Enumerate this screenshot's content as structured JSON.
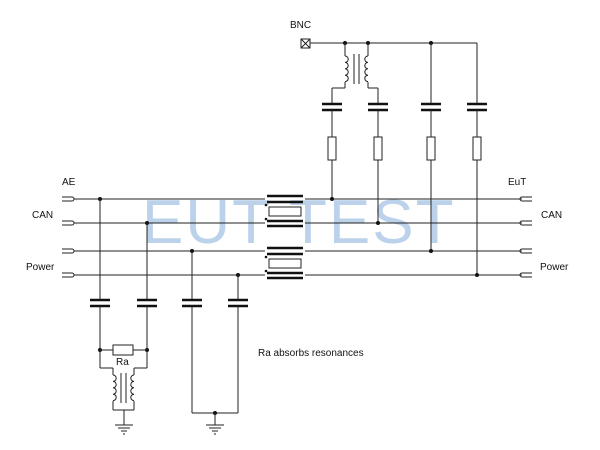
{
  "labels": {
    "bnc": "BNC",
    "ae": "AE",
    "eut": "EuT",
    "can_left": "CAN",
    "can_right": "CAN",
    "power_left": "Power",
    "power_right": "Power",
    "ra": "Ra",
    "note": "Ra absorbs resonances"
  },
  "watermark": "EUT TEST",
  "colors": {
    "wire": "#222222",
    "watermark": "#aac6e6",
    "background": "#ffffff"
  }
}
